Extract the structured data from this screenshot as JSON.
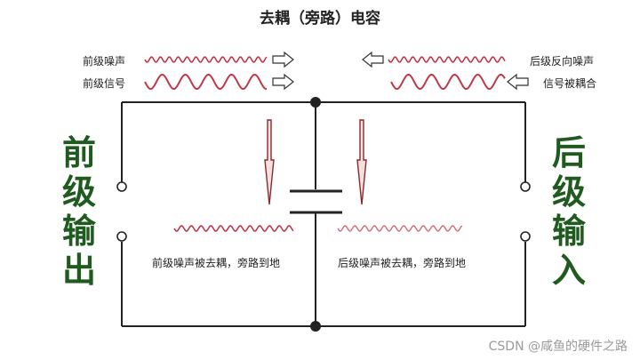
{
  "title": "去耦（旁路）电容",
  "top_left": {
    "noise_label": "前级噪声",
    "signal_label": "前级信号"
  },
  "top_right": {
    "noise_label": "后级反向噪声",
    "signal_label": "信号被耦合"
  },
  "left_side": {
    "chars": [
      "前",
      "级",
      "输",
      "出"
    ]
  },
  "right_side": {
    "chars": [
      "后",
      "级",
      "输",
      "入"
    ]
  },
  "bottom_left_caption": "前级噪声被去耦，旁路到地",
  "bottom_right_caption": "后级噪声被去耦，旁路到地",
  "watermark": "CSDN @咸鱼的硬件之路",
  "colors": {
    "wave": "#c0394a",
    "wire": "#222222",
    "side_text": "#1f5a1f"
  }
}
